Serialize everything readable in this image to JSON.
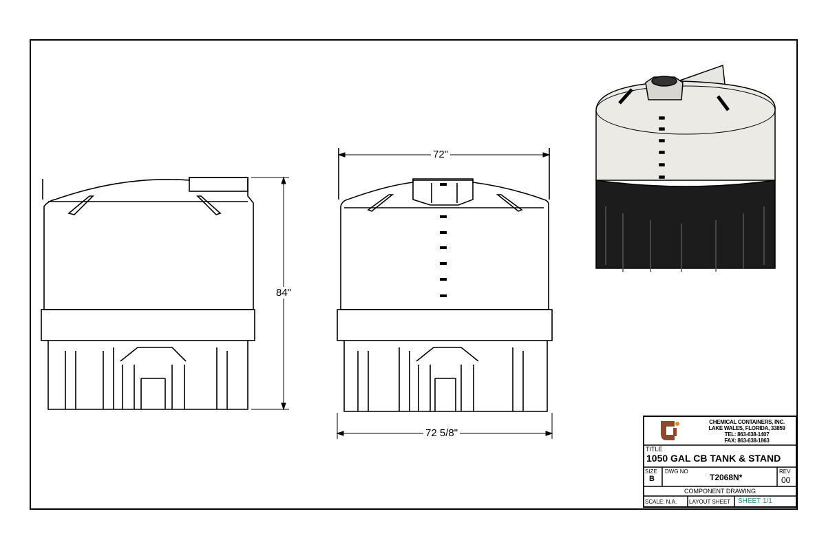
{
  "drawing": {
    "front_view": {
      "height_dim": "84\""
    },
    "side_view": {
      "top_width_dim": "72\"",
      "bottom_width_dim": "72 5/8\""
    }
  },
  "title_block": {
    "company": {
      "name": "CHEMICAL CONTAINERS, INC.",
      "address": "LAKE WALES, FLORIDA, 33859",
      "tel": "TEL: 863-638-1407",
      "fax": "FAX: 863-638-1863",
      "logo_text": "ci",
      "logo_colors": {
        "brown": "#8b4a2b",
        "orange": "#e8892b"
      }
    },
    "title_label": "TITLE",
    "title": "1050 GAL CB TANK & STAND",
    "size_label": "SIZE",
    "size": "B",
    "dwg_no_label": "DWG NO",
    "dwg_no": "T2068N*",
    "rev_label": "REV",
    "rev": "00",
    "drawing_type": "COMPONENT DRAWING",
    "scale": "SCALE: N.A.",
    "layout": "LAYOUT SHEET",
    "sheet": "SHEET 1/1",
    "sheet_color": "#2a8a8a"
  }
}
